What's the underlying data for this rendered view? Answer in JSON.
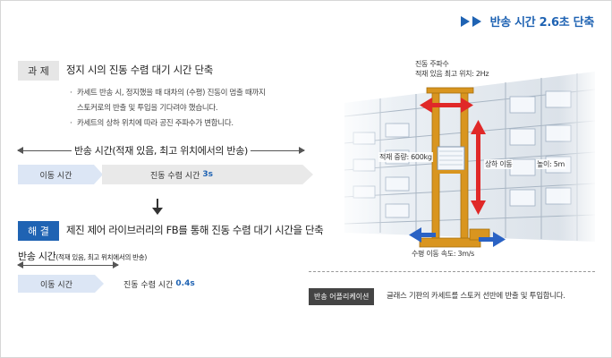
{
  "headline": {
    "text": "반송 시간 2.6초 단축"
  },
  "task": {
    "badge": "과 제",
    "title": "정지 시의 진동 수렴 대기 시간 단축",
    "bullets": [
      "카세트 반송 시, 정지했을 때 대차의 (수평) 진동이 멈출 때까지",
      "스토커로의 반출 및 투입을 기다려야 했습니다.",
      "카세트의 상하 위치에 따라 공진 주파수가 변합니다."
    ],
    "span_label": "반송 시간(적재 있음, 최고 위치에서의 반송)",
    "move_label": "이동 시간",
    "wait_label": "진동 수렴 시간",
    "wait_value": "3s"
  },
  "solution": {
    "badge": "해 결",
    "title": "제진 제어 라이브러리의 FB를 통해 진동 수렴 대기 시간을 단축",
    "span_label_main": "반송 시간",
    "span_label_sub": "(적재 있음, 최고 위치에서의 반송)",
    "move_label": "이동 시간",
    "wait_label": "진동 수렴 시간",
    "wait_value": "0.4s"
  },
  "scene": {
    "freq_line1": "진동 주파수",
    "freq_line2": "적재 있음 최고 위치: 2Hz",
    "weight": "적재 중량: 600kg",
    "lift": "상하 이동",
    "height": "높이: 5m",
    "speed": "수평 이동 속도: 3m/s",
    "colors": {
      "red": "#e02828",
      "blue": "#2a62c4",
      "mast": "#d9951f"
    }
  },
  "application": {
    "badge": "반송 어플리케이션",
    "text": "글래스 기판의 카세트를 스토커 선반에 반출 및 투입합니다."
  }
}
